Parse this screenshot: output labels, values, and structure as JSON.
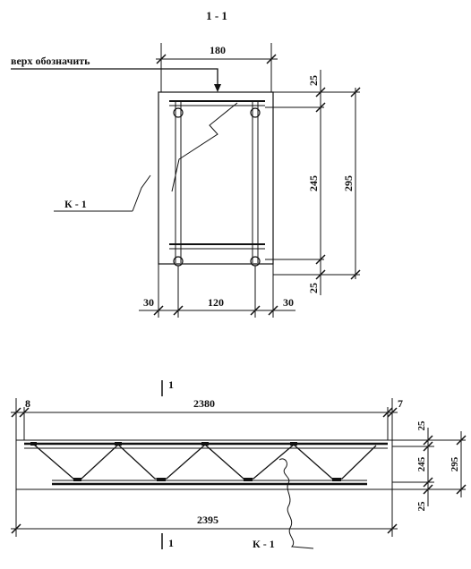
{
  "section": {
    "title": "1 - 1",
    "top_note": "верх обозначить",
    "width_label": "180",
    "height_labels": [
      "25",
      "245",
      "25"
    ],
    "total_height_label": "295",
    "bottom_labels": [
      "30",
      "120",
      "30"
    ],
    "callout": "К - 1"
  },
  "elevation": {
    "section_mark_top": "1",
    "section_mark_bottom": "1",
    "left_offset": "8",
    "top_length": "2380",
    "right_offset": "7",
    "height_labels": [
      "25",
      "245",
      "25"
    ],
    "total_height_label": "295",
    "bottom_length": "2395",
    "callout": "К - 1"
  },
  "colors": {
    "line": "#111111",
    "background": "#ffffff"
  }
}
